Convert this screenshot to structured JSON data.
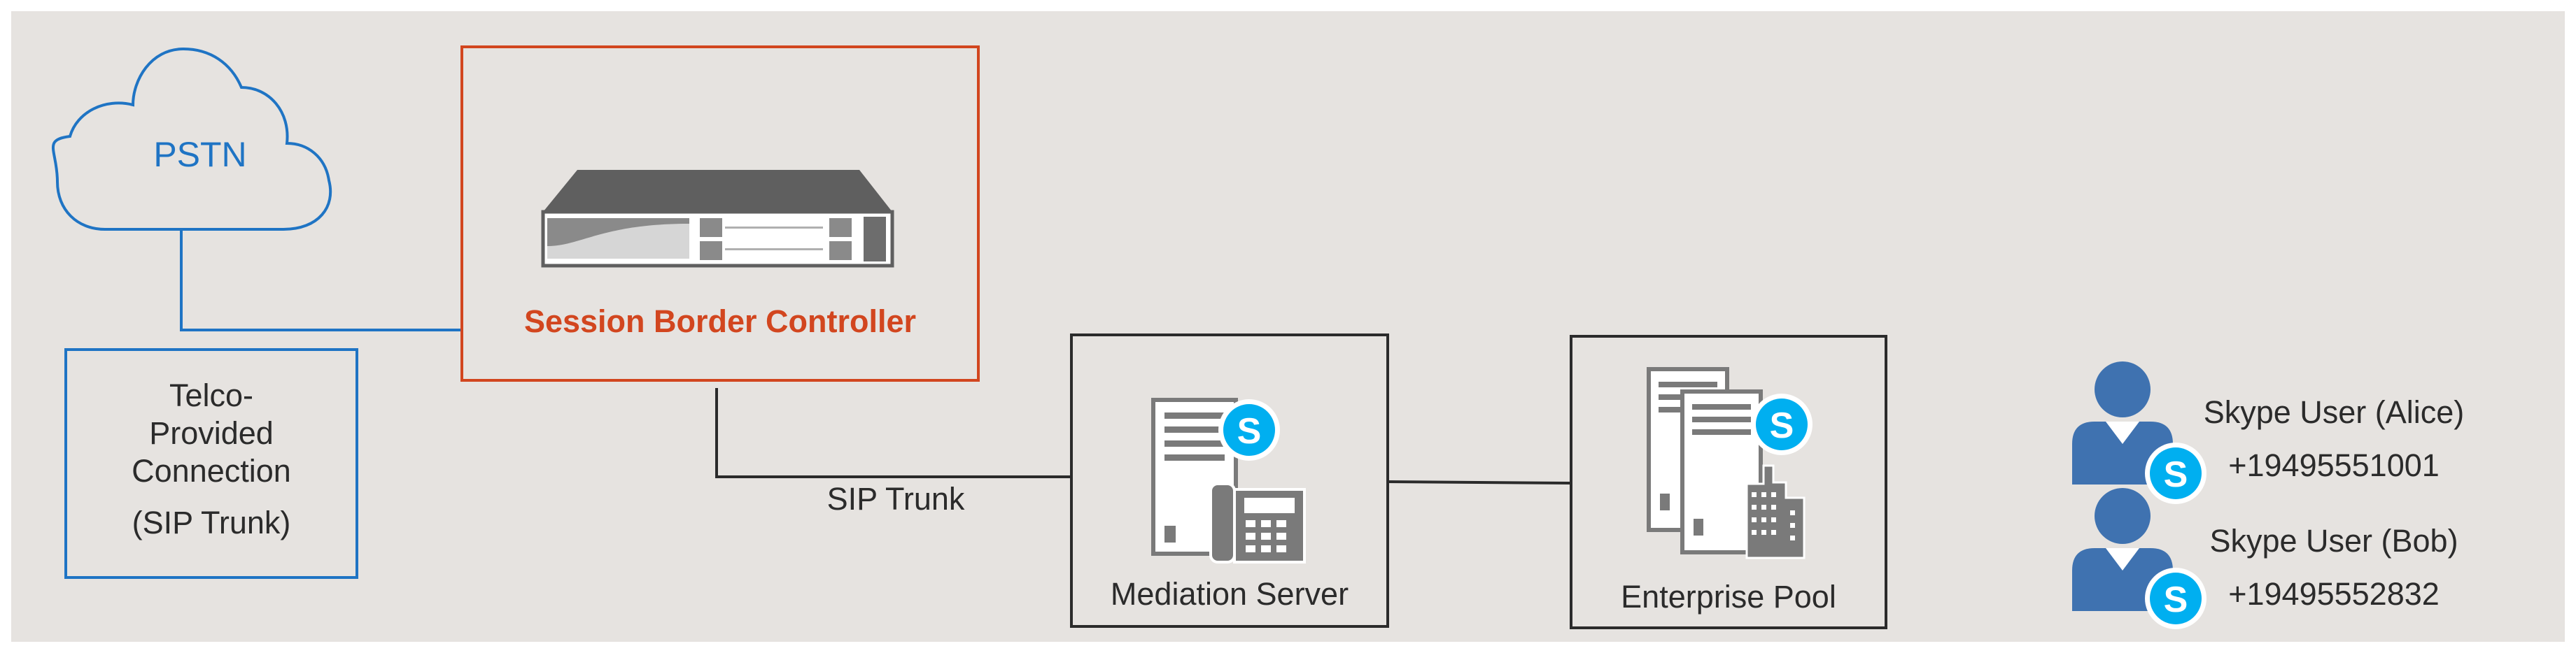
{
  "colors": {
    "background": "#e6e3e0",
    "blue": "#1f74c4",
    "orange": "#d2461f",
    "line": "#2b2b2b",
    "skype": "#00aff0",
    "user_blue": "#3f72b0",
    "server_gray": "#7a7a7a"
  },
  "pstn": {
    "label": "PSTN",
    "icon": "cloud-icon"
  },
  "telco": {
    "lines": [
      "Telco-",
      "Provided",
      "Connection",
      "(SIP Trunk)"
    ]
  },
  "sbc": {
    "label": "Session Border Controller",
    "icon": "rack-appliance-icon"
  },
  "sip_trunk": {
    "label": "SIP Trunk"
  },
  "mediation": {
    "label": "Mediation Server",
    "icon": "server-phone-skype-icon"
  },
  "enterprise": {
    "label": "Enterprise Pool",
    "icon": "server-building-skype-icon"
  },
  "users": [
    {
      "name": "Skype User (Alice)",
      "number": "+19495551001",
      "icon": "skype-user-icon"
    },
    {
      "name": "Skype User (Bob)",
      "number": "+19495552832",
      "icon": "skype-user-icon"
    }
  ]
}
